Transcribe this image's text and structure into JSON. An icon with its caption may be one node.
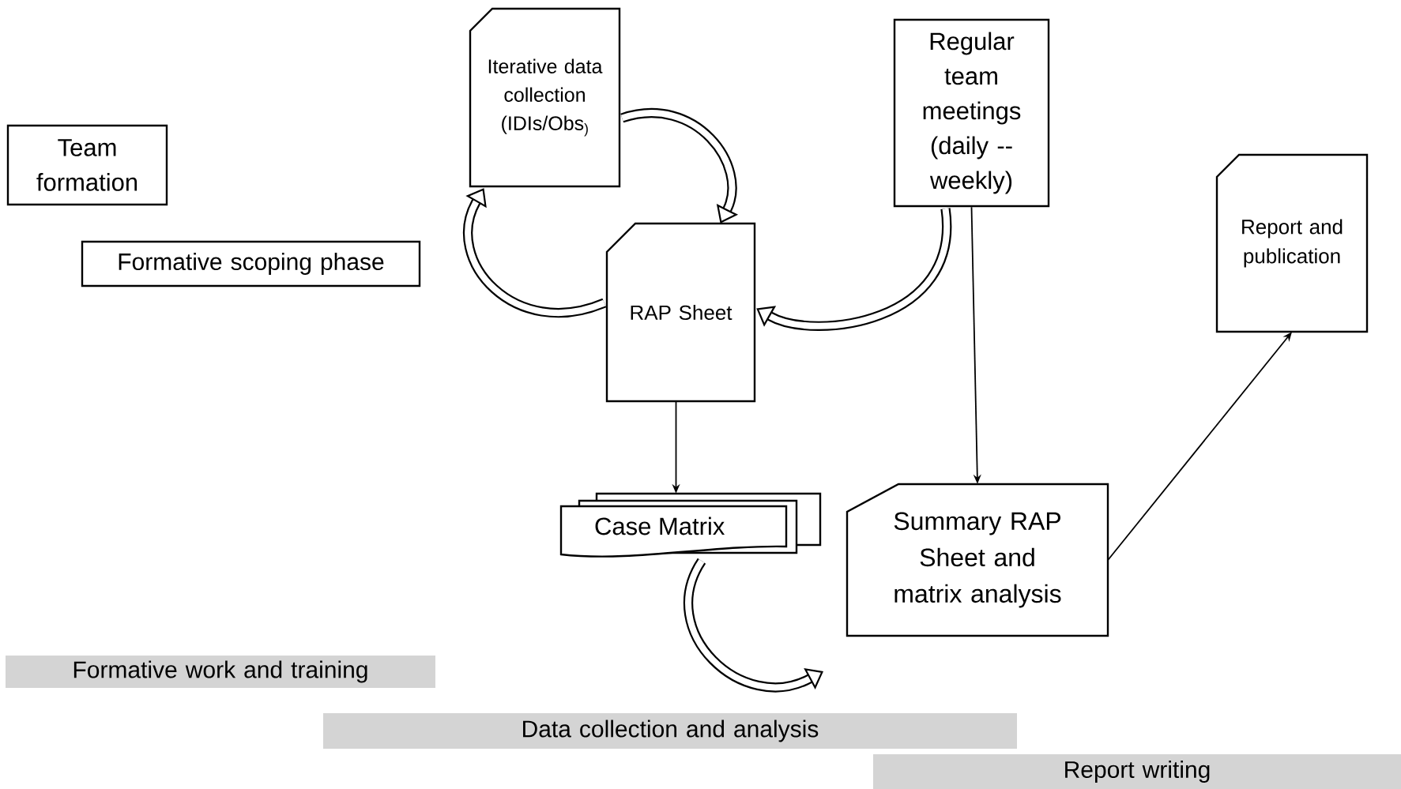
{
  "diagram": {
    "nodes": [
      {
        "text": [
          "Team formation"
        ]
      },
      {
        "text": [
          "Formative scoping phase"
        ]
      },
      {
        "text": [
          "Iterative data collection (IDIs/Obs$_{)}$"
        ]
      },
      {
        "text": [
          "Regular team meetings (daily -- weekly)"
        ]
      },
      {
        "text": [
          "Report and publication"
        ]
      },
      {
        "text": [
          "RAP Sheet"
        ]
      },
      {
        "text": [
          "Case Matrix"
        ]
      },
      {
        "text": [
          "Summary RAP Sheet and matrix analysis"
        ]
      },
      {
        "text": [
          "Formative work and training"
        ]
      },
      {
        "text": [
          "Data collection and analysis"
        ]
      },
      {
        "text": [
          "Report writing"
        ]
      }
    ],
    "edges": [
      {
        "from": 2,
        "to": 5,
        "arrow": "to"
      },
      {
        "from": 5,
        "to": 2,
        "arrow": "to"
      },
      {
        "from": 3,
        "to": 5,
        "arrow": "to"
      },
      {
        "from": 6,
        "to": null,
        "arrow": "to"
      },
      {
        "from": 5,
        "to": 6,
        "arrow": "to"
      },
      {
        "from": 3,
        "to": 7,
        "arrow": "to"
      },
      {
        "from": 7,
        "to": 4,
        "arrow": "to"
      }
    ]
  }
}
